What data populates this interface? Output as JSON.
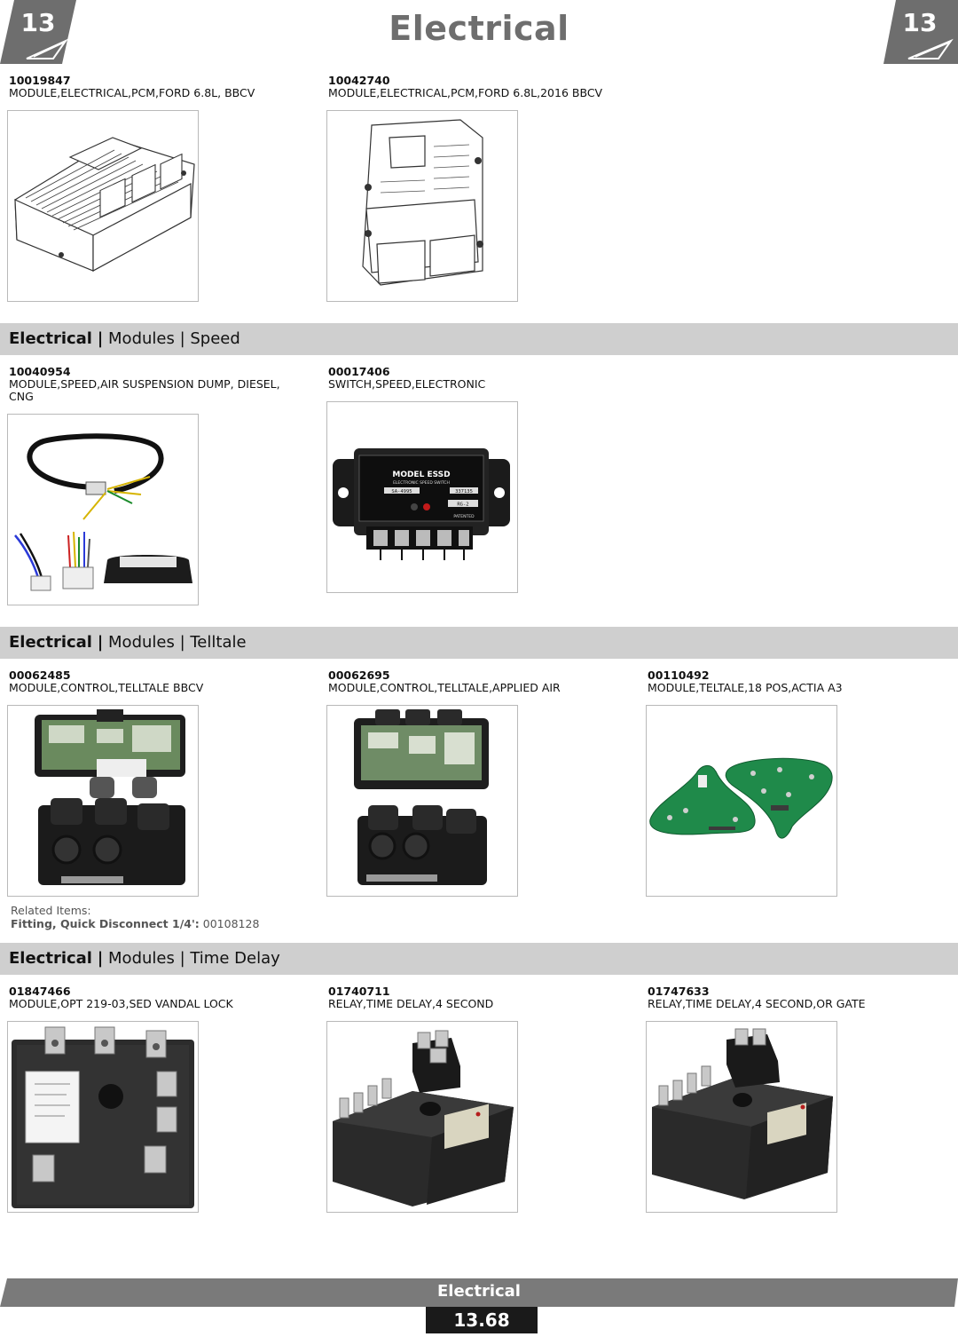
{
  "page": {
    "title": "Electrical",
    "chapter": "13",
    "footer_title": "Electrical",
    "page_number": "13.68"
  },
  "top_items": [
    {
      "number": "10019847",
      "description": "MODULE,ELECTRICAL,PCM,FORD 6.8L, BBCV"
    },
    {
      "number": "10042740",
      "description": "MODULE,ELECTRICAL,PCM,FORD 6.8L,2016 BBCV"
    }
  ],
  "sections": [
    {
      "category": "Electrical",
      "separator": "|",
      "path": "Modules | Speed",
      "items": [
        {
          "number": "10040954",
          "description": "MODULE,SPEED,AIR SUSPENSION DUMP, DIESEL, CNG"
        },
        {
          "number": "00017406",
          "description": "SWITCH,SPEED,ELECTRONIC"
        }
      ]
    },
    {
      "category": "Electrical",
      "separator": "|",
      "path": "Modules | Telltale",
      "items": [
        {
          "number": "00062485",
          "description": "MODULE,CONTROL,TELLTALE BBCV"
        },
        {
          "number": "00062695",
          "description": "MODULE,CONTROL,TELLTALE,APPLIED AIR"
        },
        {
          "number": "00110492",
          "description": "MODULE,TELTALE,18 POS,ACTIA A3"
        }
      ],
      "related": {
        "heading": "Related Items:",
        "name": "Fitting, Quick Disconnect 1/4':",
        "number": "00108128"
      }
    },
    {
      "category": "Electrical",
      "separator": "|",
      "path": "Modules | Time Delay",
      "items": [
        {
          "number": "01847466",
          "description": "MODULE,OPT 219-03,SED VANDAL LOCK"
        },
        {
          "number": "01740711",
          "description": "RELAY,TIME DELAY,4 SECOND"
        },
        {
          "number": "01747633",
          "description": "RELAY,TIME DELAY,4 SECOND,OR GATE"
        }
      ]
    }
  ],
  "image_text": {
    "essd_model": "MODEL ESSD",
    "essd_sub": "ELECTRONIC SPEED SWITCH",
    "essd_pn": "SA-4995",
    "essd_sn": "337135",
    "essd_set": "RG-2",
    "essd_patent": "PATENTED"
  },
  "colors": {
    "band": "#cfcfcf",
    "tab": "#6e6e6e",
    "title": "#6e6e6e",
    "footer": "#7a7a7a",
    "pcb_green": "#1f8a4a"
  }
}
